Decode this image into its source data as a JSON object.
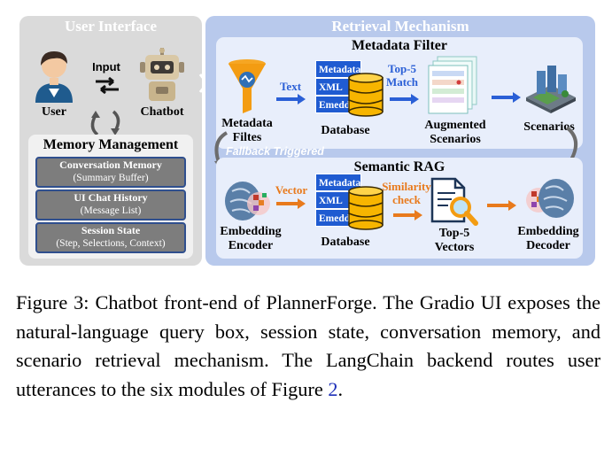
{
  "user_interface": {
    "title": "User Interface",
    "user_label": "User",
    "input_label": "Input",
    "chatbot_label": "Chatbot"
  },
  "memory_management": {
    "title": "Memory Management",
    "items": [
      {
        "name": "Conversation Memory",
        "detail": "(Summary Buffer)"
      },
      {
        "name": "UI Chat History",
        "detail": "(Message List)"
      },
      {
        "name": "Session State",
        "detail": "(Step, Selections, Context)"
      }
    ]
  },
  "retrieval": {
    "title": "Retrieval Mechanism",
    "metadata_filter": {
      "title": "Metadata Filter",
      "funnel_label_line1": "Metadata",
      "funnel_label_line2": "Filtes",
      "arrow1_label": "Text",
      "db_tags": [
        "Metadata",
        "XML",
        "Emeddings"
      ],
      "db_label": "Database",
      "arrow2_label_line1": "Top-5",
      "arrow2_label_line2": "Match",
      "augmented_line1": "Augmented",
      "augmented_line2": "Scenarios",
      "scenarios_label": "Scenarios"
    },
    "fallback_label": "Fallback Triggered",
    "semantic_rag": {
      "title": "Semantic RAG",
      "encoder_line1": "Embedding",
      "encoder_line2": "Encoder",
      "arrow1_label": "Vector",
      "db_tags": [
        "Metadata",
        "XML",
        "Emeddings"
      ],
      "db_label": "Database",
      "arrow2_label_line1": "Similarity",
      "arrow2_label_line2": "check",
      "vectors_line1": "Top-5",
      "vectors_line2": "Vectors",
      "decoder_line1": "Embedding",
      "decoder_line2": "Decoder"
    }
  },
  "caption": {
    "text": "Figure 3: Chatbot front-end of PlannerForge. The Gradio UI exposes the natural-language query box, session state, conversation memory, and scenario retrieval mechanism. The LangChain backend routes user utterances to the six modules of Figure ",
    "ref": "2",
    "end": "."
  },
  "colors": {
    "blue_accent": "#1f5bd1",
    "orange_accent": "#e87a1c",
    "right_panel": "#b8c9ec",
    "left_panel": "#dadada"
  }
}
